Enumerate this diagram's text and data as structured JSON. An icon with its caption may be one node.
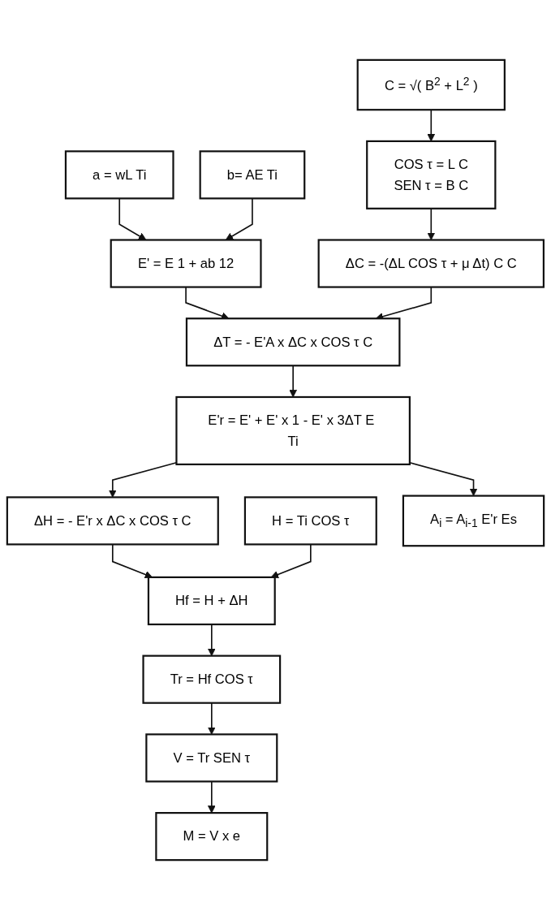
{
  "diagram": {
    "nodes": [
      {
        "text": [
          "a = wL Ti"
        ]
      },
      {
        "text": [
          "C = √( B$^{2}$ + L$^{2}$ )"
        ]
      },
      {
        "text": [
          "b= AE Ti"
        ]
      },
      {
        "text": [
          "COS τ = L C",
          "SEN τ = B C"
        ]
      },
      {
        "text": [
          "E' = E 1 + ab 12"
        ]
      },
      {
        "text": [
          "ΔC = -(ΔL COS τ + μ Δt) C C"
        ]
      },
      {
        "text": [
          "H = Ti COS τ"
        ]
      },
      {
        "text": [
          "ΔT = - E'A x ΔC x COS τ C"
        ]
      },
      {
        "text": [
          "E'r = E' + E' x 1 - E' x 3ΔT E Ti"
        ]
      },
      {
        "text": [
          "ΔH = - E'r x ΔC x COS τ C"
        ]
      },
      {
        "text": [
          "Hf = H + ΔH"
        ]
      },
      {
        "text": [
          "Tr = Hf COS τ"
        ]
      },
      {
        "text": [
          "V = Tr SEN τ"
        ]
      },
      {
        "text": [
          "M = V x e"
        ]
      },
      {
        "text": [
          "A$_{i}$ = A$_{i-1}$ E'r Es"
        ]
      }
    ],
    "edges": [
      {
        "from": 0,
        "to": 4,
        "arrow": "to"
      },
      {
        "from": 2,
        "to": 4,
        "arrow": "to"
      },
      {
        "from": 1,
        "to": 3,
        "arrow": "to"
      },
      {
        "from": 3,
        "to": 5,
        "arrow": "to"
      },
      {
        "from": 4,
        "to": 7,
        "arrow": "to"
      },
      {
        "from": 5,
        "to": 7,
        "arrow": "to"
      },
      {
        "from": 7,
        "to": 8,
        "arrow": "to"
      },
      {
        "from": 8,
        "to": 9,
        "arrow": "to"
      },
      {
        "from": 9,
        "to": 10,
        "arrow": "to"
      },
      {
        "from": 6,
        "to": 10,
        "arrow": "to"
      },
      {
        "from": 10,
        "to": 11,
        "arrow": "to"
      },
      {
        "from": 11,
        "to": 12,
        "arrow": "to"
      },
      {
        "from": 12,
        "to": 13,
        "arrow": "to"
      },
      {
        "from": 8,
        "to": 14,
        "arrow": "to"
      }
    ]
  }
}
